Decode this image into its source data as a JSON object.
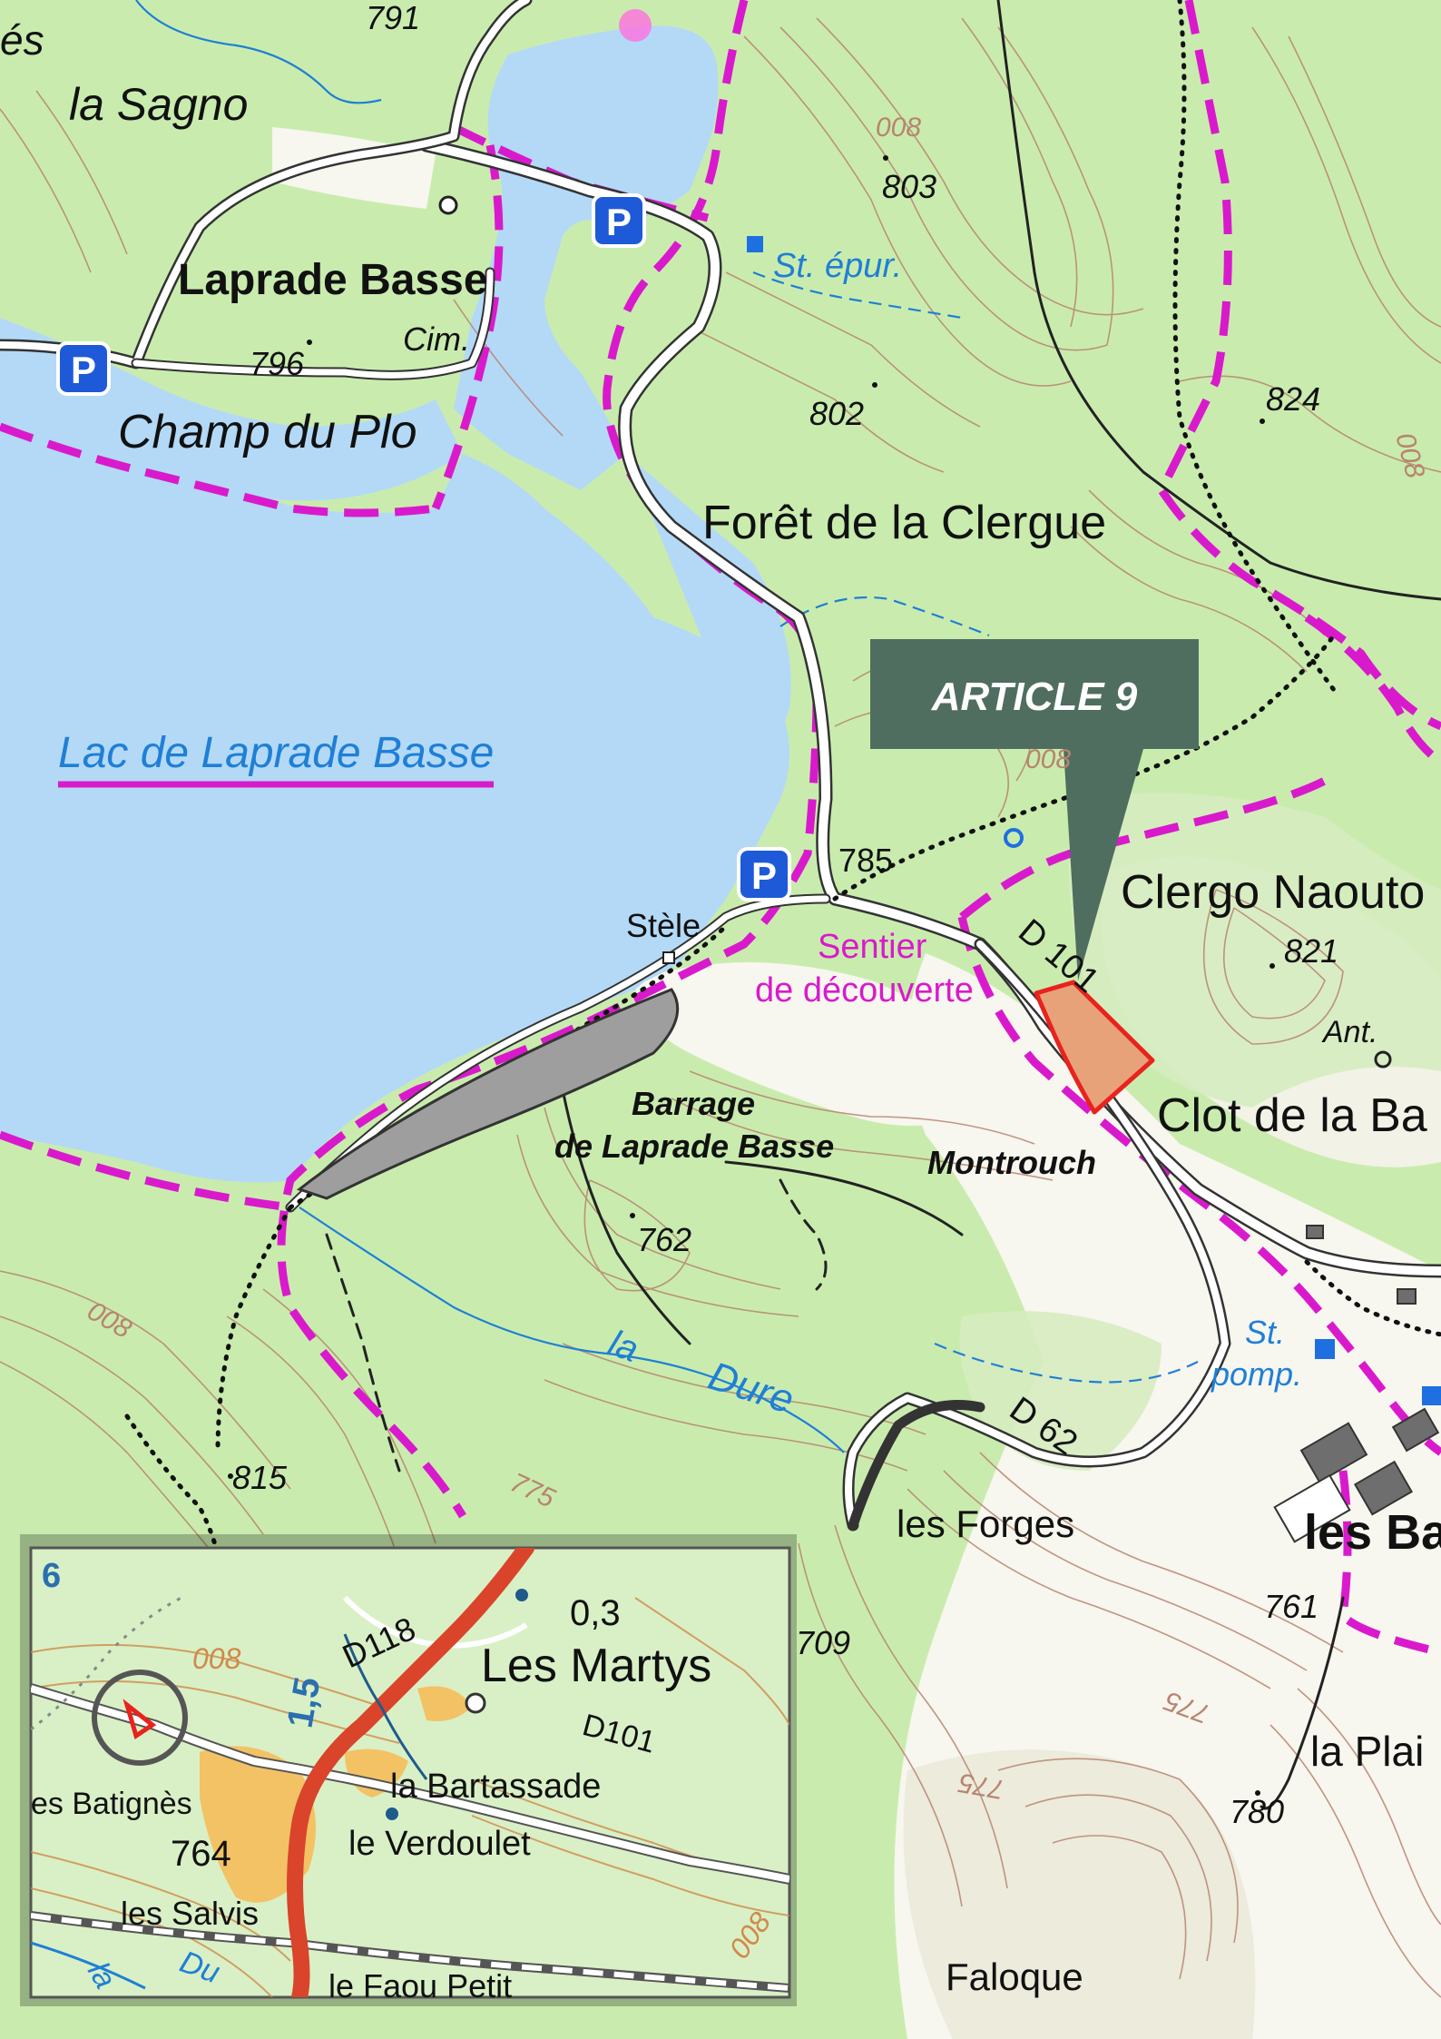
{
  "map": {
    "place_names": {
      "la_sagno": "la Sagno",
      "laprade_basse": "Laprade Basse",
      "champ_du_plo": "Champ du Plo",
      "foret_de_la_clergue": "Forêt de la Clergue",
      "clergo_naouto": "Clergo Naouto",
      "clot_de_la_ba": "Clot de la Ba",
      "montrouch": "Montrouch",
      "barrage_line1": "Barrage",
      "barrage_line2": "de Laprade Basse",
      "les_forges": "les Forges",
      "les_bat": "les Bat",
      "la_plai": "la Plai",
      "faloque": "Faloque",
      "stele": "Stèle",
      "cim": "Cim.",
      "ant": "Ant.",
      "es_partial": "és"
    },
    "blue_labels": {
      "lake": "Lac de Laprade Basse",
      "st_epur": "St. épur.",
      "st_pomp_1": "St.",
      "st_pomp_2": "pomp.",
      "river_la": "la",
      "river_dure": "Dure"
    },
    "trail_labels": {
      "line1": "Sentier",
      "line2": "de découverte"
    },
    "roads": {
      "d101": "D 101",
      "d62": "D 62"
    },
    "elevations": {
      "e791": "791",
      "e803": "803",
      "e796": "796",
      "e802": "802",
      "e824": "824",
      "e785": "785",
      "e821": "821",
      "e762": "762",
      "e815": "815",
      "e709": "709",
      "e761": "761",
      "e780": "780"
    },
    "contour_labels": {
      "c008a": "008",
      "c008b": "008",
      "c008c": "008",
      "c008d": "008",
      "c775a": "775",
      "c775b": "775",
      "c775c": "775"
    },
    "parking_symbol": "P",
    "callout": {
      "label": "ARTICLE 9"
    },
    "colors": {
      "land": "#c9ecae",
      "forest_light": "#d8f2c4",
      "open_field": "#f7f6ef",
      "water": "#b3d9f7",
      "water_text": "#1f7fd6",
      "contour": "#b88470",
      "boundary": "#d91acc",
      "road_casing": "#333333",
      "parking": "#1e5ad8",
      "callout_bg": "#4f6e5f",
      "parcel_fill": "#e8a27a",
      "parcel_stroke": "#e8231d",
      "dam": "#9e9e9e",
      "main_road": "#d9442b",
      "village": "#f2c265"
    }
  },
  "inset": {
    "place_names": {
      "les_martys": "Les Martys",
      "la_bartassade": "la Bartassade",
      "le_verdoulet": "le Verdoulet",
      "les_batignes": "es Batignès",
      "les_salvis": "les Salvis",
      "le_faou_petit": "le Faou Petit"
    },
    "roads": {
      "d118": "D118",
      "d101": "D101"
    },
    "numbers": {
      "n03": "0,3",
      "n15": "1,5",
      "n764": "764",
      "n6": "6",
      "n008a": "008",
      "n008b": "008"
    },
    "river_labels": {
      "la": "la",
      "du": "Du"
    }
  }
}
